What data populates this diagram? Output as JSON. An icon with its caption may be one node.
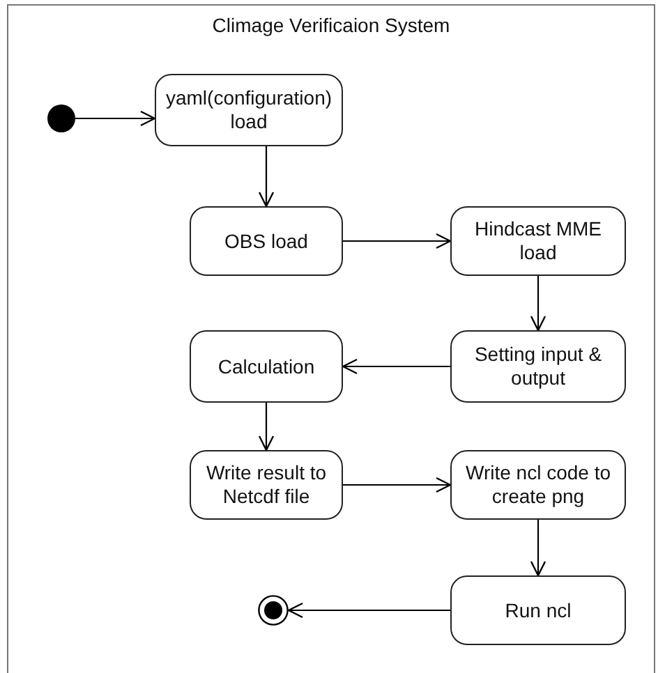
{
  "diagram": {
    "nodes": [
      {
        "text": [
          "Climage Verificaion System"
        ]
      },
      {
        "text": [],
        "shape": "circle",
        "in": 0
      },
      {
        "text": [
          "yaml(configuration) load"
        ],
        "in": 0
      },
      {
        "text": [
          "OBS load"
        ],
        "in": 0
      },
      {
        "text": [
          "Hindcast MME load"
        ],
        "in": 0
      },
      {
        "text": [
          "Setting input & output"
        ],
        "in": 0
      },
      {
        "text": [
          "Calculation"
        ],
        "in": 0
      },
      {
        "text": [
          "Write result to Netcdf file"
        ],
        "in": 0
      },
      {
        "text": [
          "Write ncl code to create png"
        ],
        "in": 0
      },
      {
        "text": [
          "Run ncl"
        ],
        "in": 0
      },
      {
        "text": [],
        "shape": "bullseye",
        "in": 0
      }
    ],
    "edges": [
      {
        "from": 1,
        "to": 2,
        "arrow": "to"
      },
      {
        "from": 2,
        "to": 3,
        "arrow": "to"
      },
      {
        "from": 3,
        "to": 4,
        "arrow": "to"
      },
      {
        "from": 4,
        "to": 5,
        "arrow": "to"
      },
      {
        "from": 5,
        "to": 6,
        "arrow": "to"
      },
      {
        "from": 6,
        "to": 7,
        "arrow": "to"
      },
      {
        "from": 7,
        "to": 8,
        "arrow": "to"
      },
      {
        "from": 8,
        "to": 9,
        "arrow": "to"
      },
      {
        "from": 9,
        "to": 10,
        "arrow": "to"
      }
    ]
  }
}
